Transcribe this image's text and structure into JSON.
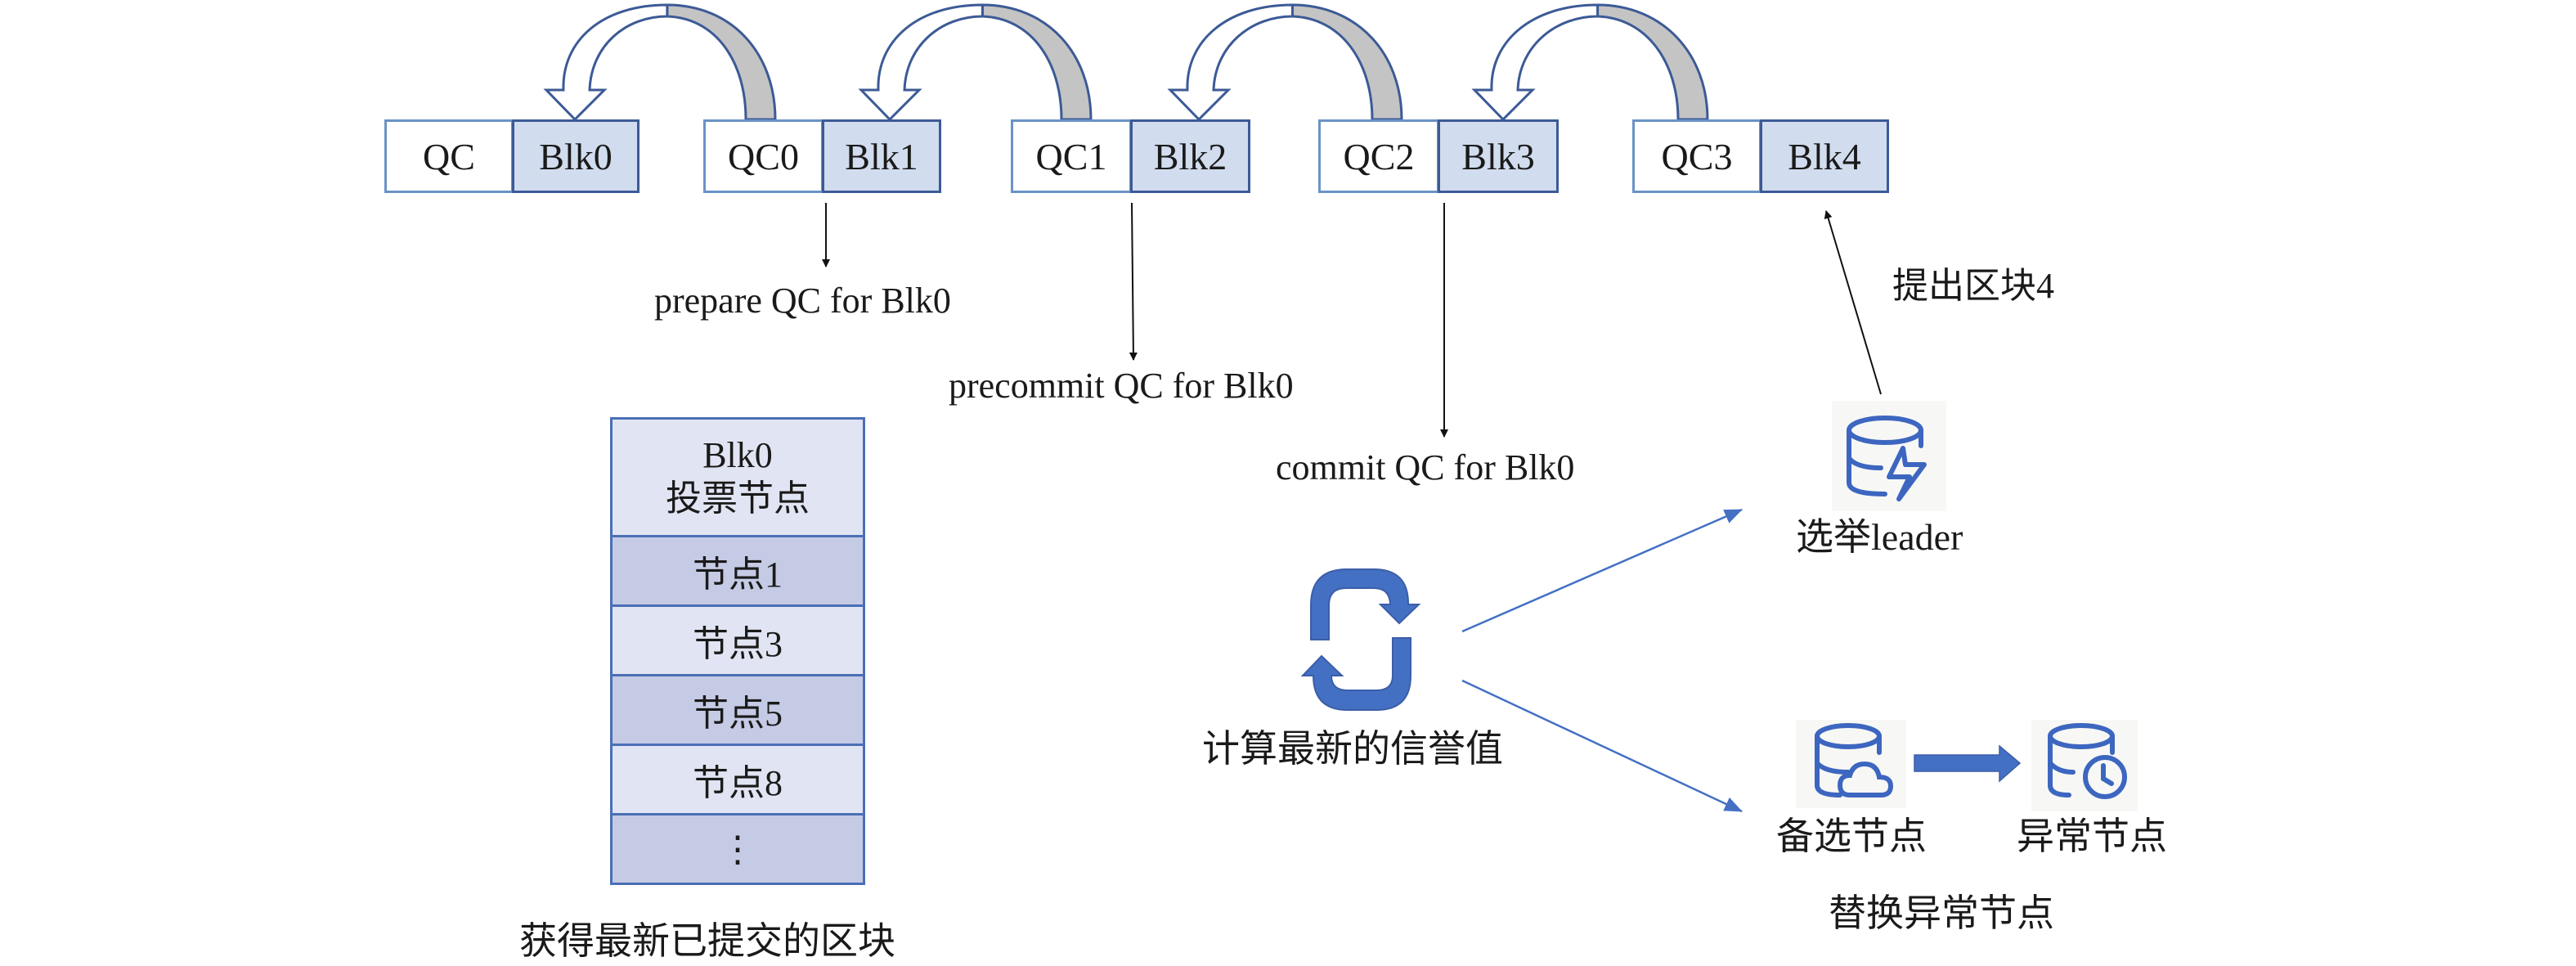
{
  "diagram": {
    "chain": [
      {
        "qc": "QC",
        "block": "Blk0"
      },
      {
        "qc": "QC0",
        "block": "Blk1"
      },
      {
        "qc": "QC1",
        "block": "Blk2"
      },
      {
        "qc": "QC2",
        "block": "Blk3"
      },
      {
        "qc": "QC3",
        "block": "Blk4"
      }
    ],
    "qc_links": [
      {
        "from": "QC0",
        "to": "Blk0"
      },
      {
        "from": "QC1",
        "to": "Blk1"
      },
      {
        "from": "QC2",
        "to": "Blk2"
      },
      {
        "from": "QC3",
        "to": "Blk3"
      }
    ],
    "phase_labels": {
      "prepare": "prepare QC for Blk0",
      "precommit": "precommit QC for Blk0",
      "commit": "commit QC for Blk0"
    },
    "propose_label": "提出区块4",
    "vote_table": {
      "header_line1": "Blk0",
      "header_line2": "投票节点",
      "rows": [
        "节点1",
        "节点3",
        "节点5",
        "节点8",
        "⋮"
      ],
      "caption": "获得最新已提交的区块"
    },
    "reputation": {
      "icon": "refresh-cycle-icon",
      "label": "计算最新的信誉值"
    },
    "leader": {
      "icon": "database-lightning-icon",
      "label": "选举leader"
    },
    "replace": {
      "standby": {
        "icon": "database-cloud-icon",
        "label": "备选节点"
      },
      "abnormal": {
        "icon": "database-clock-icon",
        "label": "异常节点"
      },
      "caption": "替换异常节点"
    },
    "colors": {
      "qc_border": "#6a93c6",
      "block_border": "#3c5a96",
      "block_fill": "#d1dcee",
      "arc_tail_fill": "#c4c4c4",
      "accent_blue": "#4470c4",
      "table_light": "#e1e4f2",
      "table_dark": "#c5cbe5"
    }
  }
}
